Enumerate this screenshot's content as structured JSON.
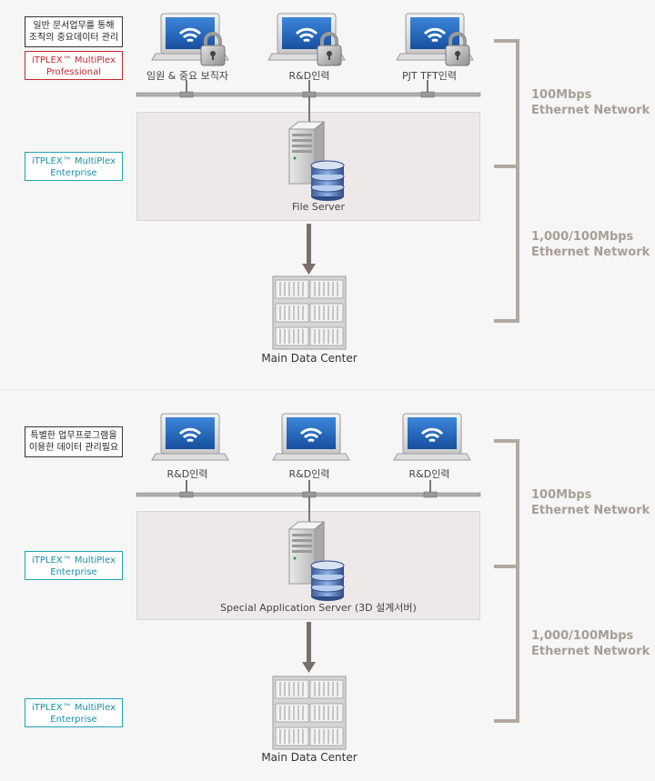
{
  "section1": {
    "desc_lines": [
      "일반 문서업무를 통해",
      "조직의 중요데이터 관리"
    ],
    "product_pro_lines": [
      "iTPLEX™ MultiPlex",
      "Professional"
    ],
    "product_ent_lines": [
      "iTPLEX™ MultiPlex",
      "Enterprise"
    ],
    "clients": [
      "임원 & 중요 보직자",
      "R&D인력",
      "PJT TFT인력"
    ],
    "server_label": "File Server",
    "datacenter_label": "Main Data Center",
    "net_top": [
      "100Mbps",
      "Ethernet Network"
    ],
    "net_bottom": [
      "1,000/100Mbps",
      "Ethernet Network"
    ]
  },
  "section2": {
    "desc_lines": [
      "특별한 업무프로그램을",
      "이용한  데이터 관리필요"
    ],
    "product_ent_lines": [
      "iTPLEX™ MultiPlex",
      "Enterprise"
    ],
    "product_ent2_lines": [
      "iTPLEX™ MultiPlex",
      "Enterprise"
    ],
    "clients": [
      "R&D인력",
      "R&D인력",
      "R&D인력"
    ],
    "server_label": "Special Application Server (3D 설계서버)",
    "datacenter_label": "Main Data Center",
    "net_top": [
      "100Mbps",
      "Ethernet Network"
    ],
    "net_bottom": [
      "1,000/100Mbps",
      "Ethernet Network"
    ]
  },
  "colors": {
    "bracket": "#b3a89f",
    "arrow": "#7c6e68",
    "screen": "#1f5fb4",
    "tag_red": "#c3282f",
    "tag_teal": "#1ea2b5"
  },
  "icons": [
    "laptop-icon",
    "lock-icon",
    "wifi-icon",
    "server-icon",
    "database-icon",
    "data-center-rack-icon"
  ]
}
